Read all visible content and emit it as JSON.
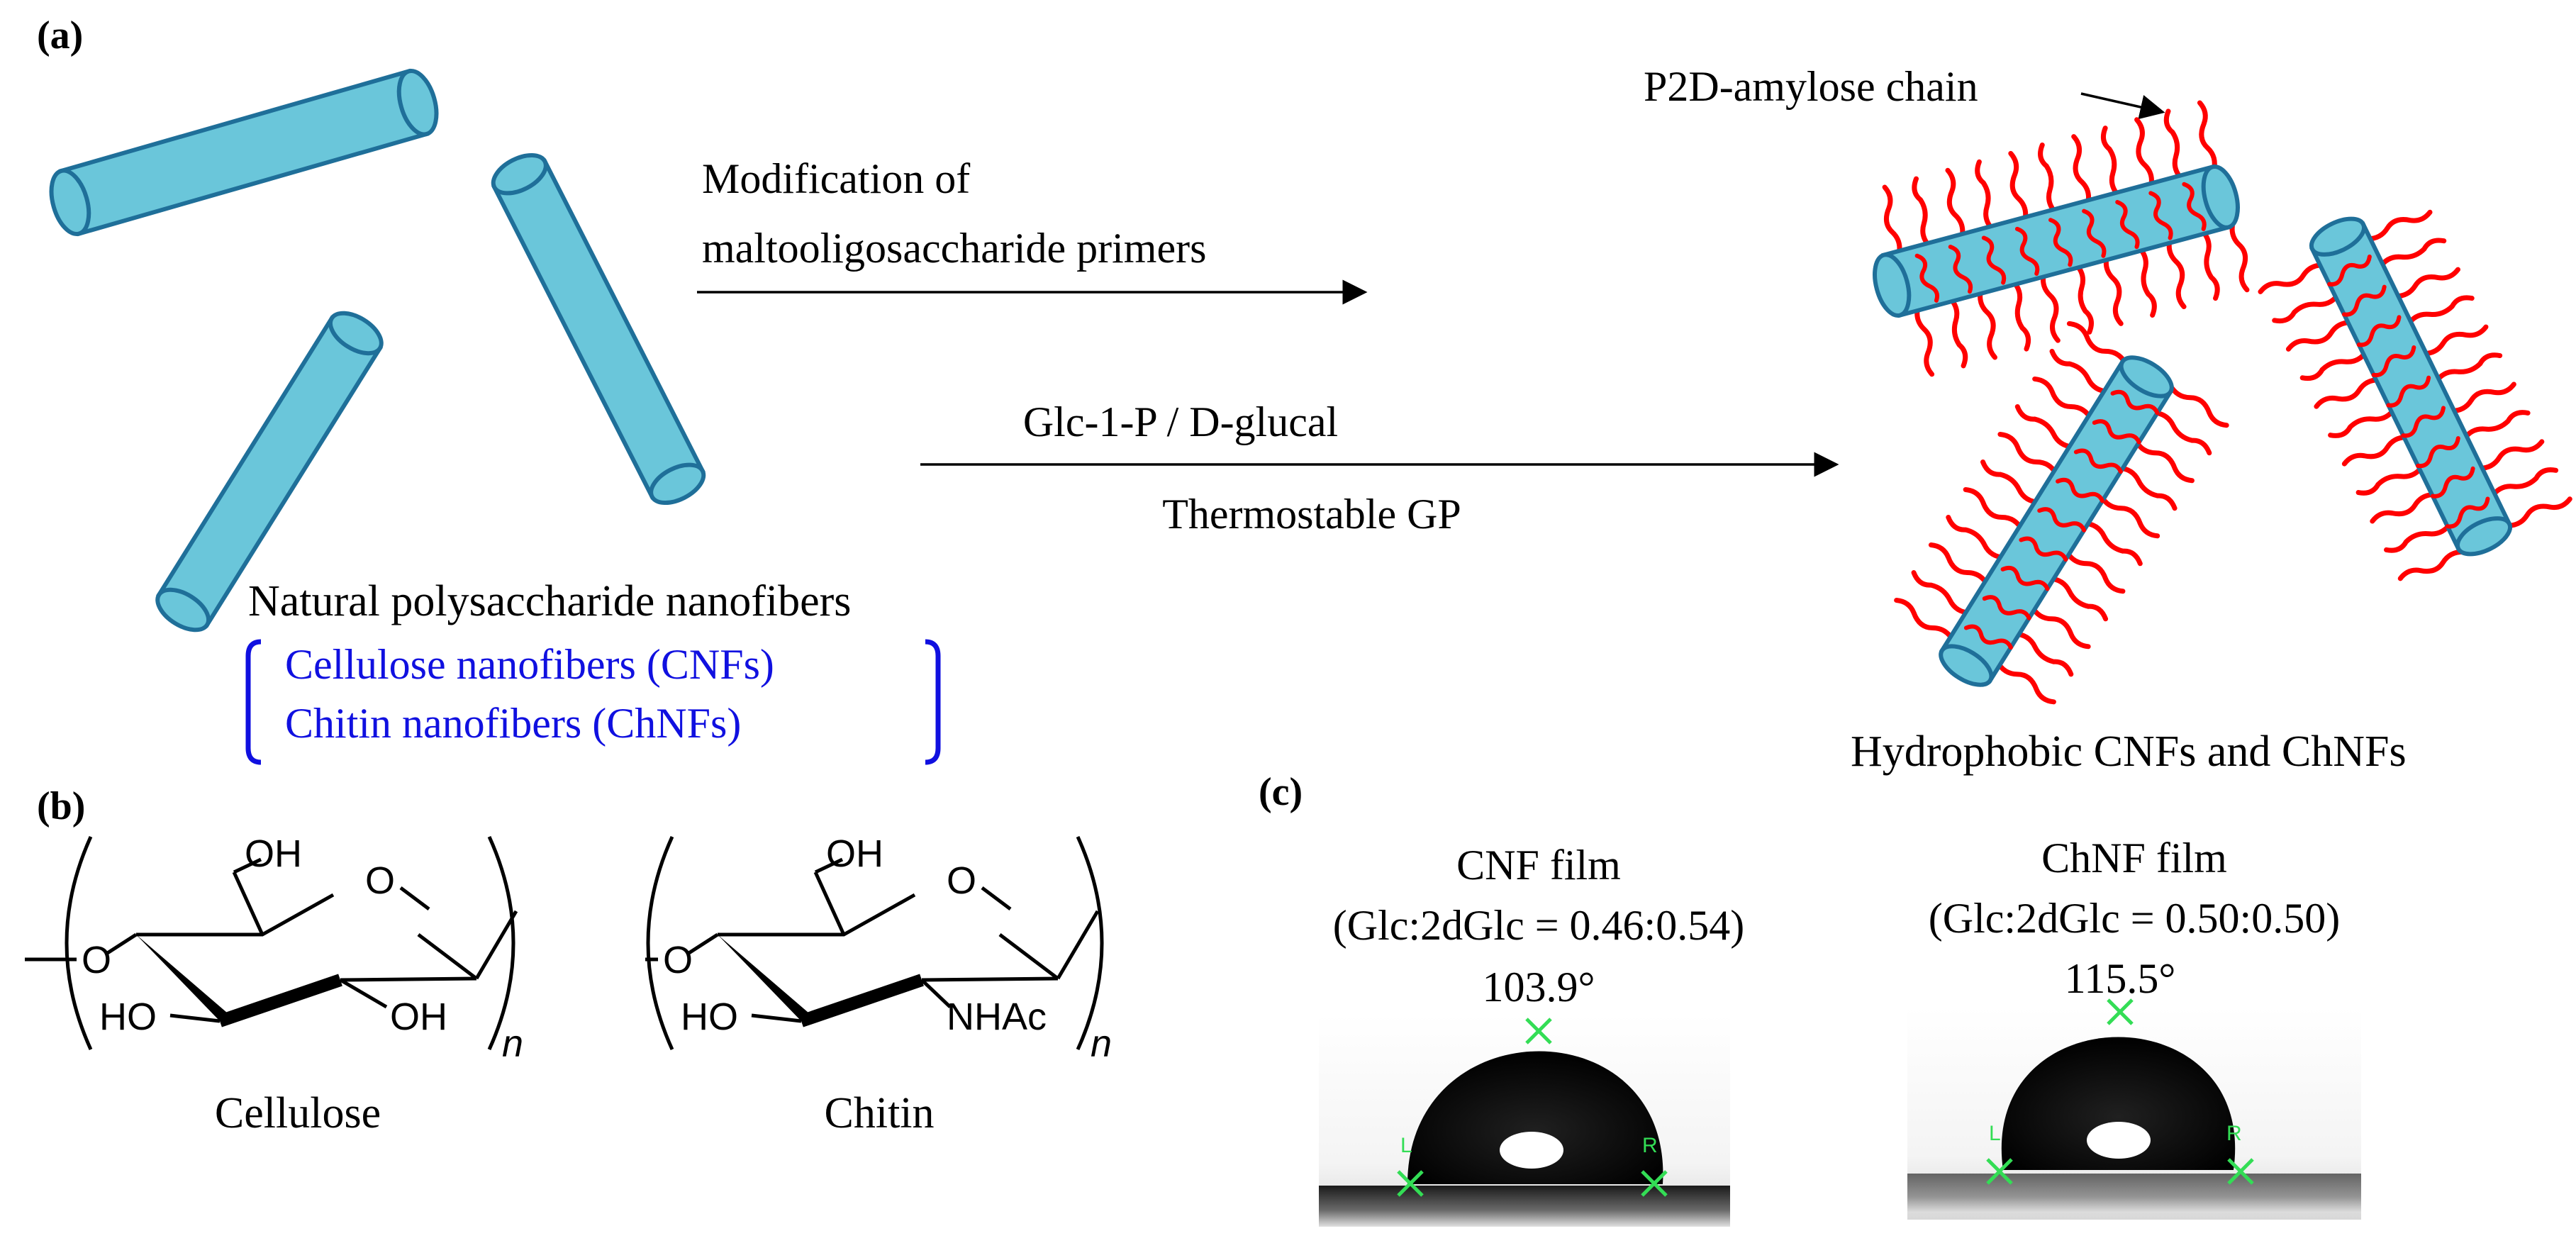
{
  "panels": {
    "a": {
      "label": "(a)",
      "step1_line1": "Modification of",
      "step1_line2": "maltooligosaccharide primers",
      "step2_reagents": "Glc-1-P / D-glucal",
      "step2_enzyme": "Thermostable GP",
      "chain_label": "P2D-amylose chain",
      "source_title": "Natural polysaccharide nanofibers",
      "source_items": [
        "Cellulose nanofibers (CNFs)",
        "Chitin nanofibers (ChNFs)"
      ],
      "product_label": "Hydrophobic CNFs and ChNFs"
    },
    "b": {
      "label": "(b)",
      "structures": [
        {
          "name": "Cellulose",
          "oh6": "OH",
          "ring_o": "O",
          "link_o": "O",
          "c3": "HO",
          "c2": "OH",
          "repeat": "n"
        },
        {
          "name": "Chitin",
          "oh6": "OH",
          "ring_o": "O",
          "link_o": "O",
          "c3": "HO",
          "c2": "NHAc",
          "repeat": "n"
        }
      ]
    },
    "c": {
      "label": "(c)",
      "films": [
        {
          "name": "CNF film",
          "ratio": "(Glc:2dGlc = 0.46:0.54)",
          "angle": "103.9°",
          "marker_left": "L",
          "marker_right": "R"
        },
        {
          "name": "ChNF film",
          "ratio": "(Glc:2dGlc = 0.50:0.50)",
          "angle": "115.5°",
          "marker_left": "L",
          "marker_right": "R"
        }
      ]
    }
  },
  "colors": {
    "fiber": "#6ac6da",
    "fiber_edge": "#1f6f99",
    "chain": "#ff0000",
    "bracket": "#1010e0",
    "marker": "#33dd55"
  }
}
